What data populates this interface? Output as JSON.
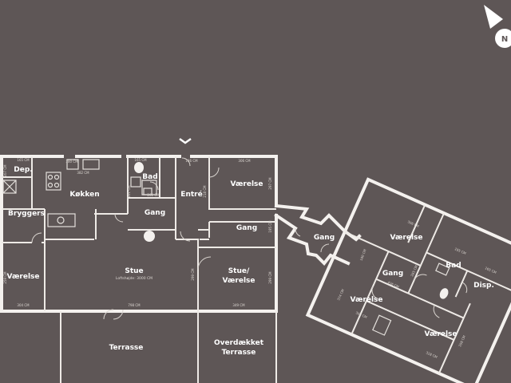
{
  "compass": {
    "letter": "N"
  },
  "rooms": {
    "dep": "Dep.",
    "kokken": "Køkken",
    "bad_main": "Bad",
    "entre": "Entré",
    "vaerelse_tr": "Værelse",
    "bryggers": "Bryggers",
    "gang_mid": "Gang",
    "gang_right": "Gang",
    "vaerelse_left": "Værelse",
    "stue": "Stue",
    "stue_sub": "Loftshøjde: 3000 CM",
    "stue_vaerelse_1": "Stue/",
    "stue_vaerelse_2": "Værelse",
    "terrasse": "Terrasse",
    "overdaekket_1": "Overdækket",
    "overdaekket_2": "Terrasse",
    "gang_link": "Gang",
    "annex_vaerelse_top": "Værelse",
    "annex_gang": "Gang",
    "annex_bad": "Bad",
    "annex_disp": "Disp.",
    "annex_vaerelse_left": "Værelse",
    "annex_vaerelse_bottom": "Værelse"
  },
  "dims": {
    "d_dep": "165 CM",
    "d_dep_v": "207 CM",
    "d_kok1": "380 CM",
    "d_kok2": "382 CM",
    "d_bad1": "165 CM",
    "d_bad2": "202 CM",
    "d_bad3": "161 CM",
    "d_entre": "186 CM",
    "d_entre_v": "218 CM",
    "d_vae_tr": "306 CM",
    "d_vae_tr_v": "297 CM",
    "d_gang_r_v": "195 CM",
    "d_vae_l_v": "259 CM",
    "d_vae_l": "304 CM",
    "d_stue": "798 CM",
    "d_stue_v": "299 CM",
    "d_stuev": "349 CM",
    "d_stuev_v": "299 CM",
    "d_link_v": "180 CM",
    "a_top": "306 CM",
    "a_gang": "436 CM",
    "a_gang_v": "285 CM",
    "a_bad": "195 CM",
    "a_disp": "165 CM",
    "a_left": "306 CM",
    "a_left_v": "374 CM",
    "a_bot": "328 CM",
    "a_bot_v": "298 CM"
  },
  "colors": {
    "background": "#5e5656",
    "walls": "#f4f1ee"
  }
}
